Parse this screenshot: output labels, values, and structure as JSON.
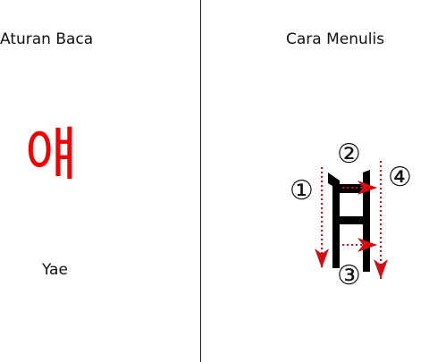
{
  "left_panel": {
    "title": "Aturan Baca",
    "character": "얘",
    "romanization": "Yae"
  },
  "right_panel": {
    "title": "Cara Menulis",
    "stroke_numbers": [
      "①",
      "②",
      "③",
      "④"
    ]
  },
  "colors": {
    "character_red": "#f40000",
    "arrow_red": "#d40d12",
    "stroke_black": "#000000"
  }
}
